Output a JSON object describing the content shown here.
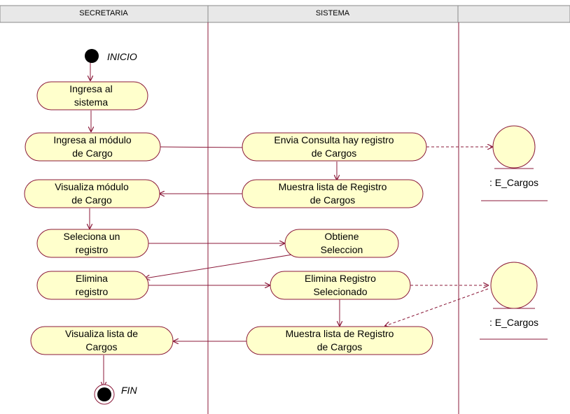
{
  "swimlanes": {
    "secretaria": "SECRETARIA",
    "sistema": "SISTEMA",
    "third": ""
  },
  "nodes": {
    "start": "INICIO",
    "end": "FIN"
  },
  "activities": {
    "ingresa_sistema": [
      "Ingresa al",
      "sistema"
    ],
    "ingresa_modulo": [
      "Ingresa al módulo",
      "de Cargo"
    ],
    "envia_consulta": [
      "Envia Consulta hay registro",
      "de Cargos"
    ],
    "visualiza_modulo": [
      "Visualiza módulo",
      "de Cargo"
    ],
    "muestra_lista_1": [
      "Muestra lista de Registro",
      "de Cargos"
    ],
    "selecciona": [
      "Seleciona un",
      "registro"
    ],
    "obtiene": [
      "Obtiene",
      "Seleccion"
    ],
    "elimina": [
      "Elimina",
      "registro"
    ],
    "elimina_registro": [
      "Elimina Registro",
      "Selecionado"
    ],
    "visualiza_lista": [
      "Visualiza lista de",
      "Cargos"
    ],
    "muestra_lista_2": [
      "Muestra lista de Registro",
      "de Cargos"
    ]
  },
  "entities": {
    "entity_1": ": E_Cargos",
    "entity_2": ": E_Cargos"
  },
  "colors": {
    "line": "#8b1a3a",
    "activity_fill": "#ffffcc",
    "header_fill": "#e8e8e8"
  }
}
